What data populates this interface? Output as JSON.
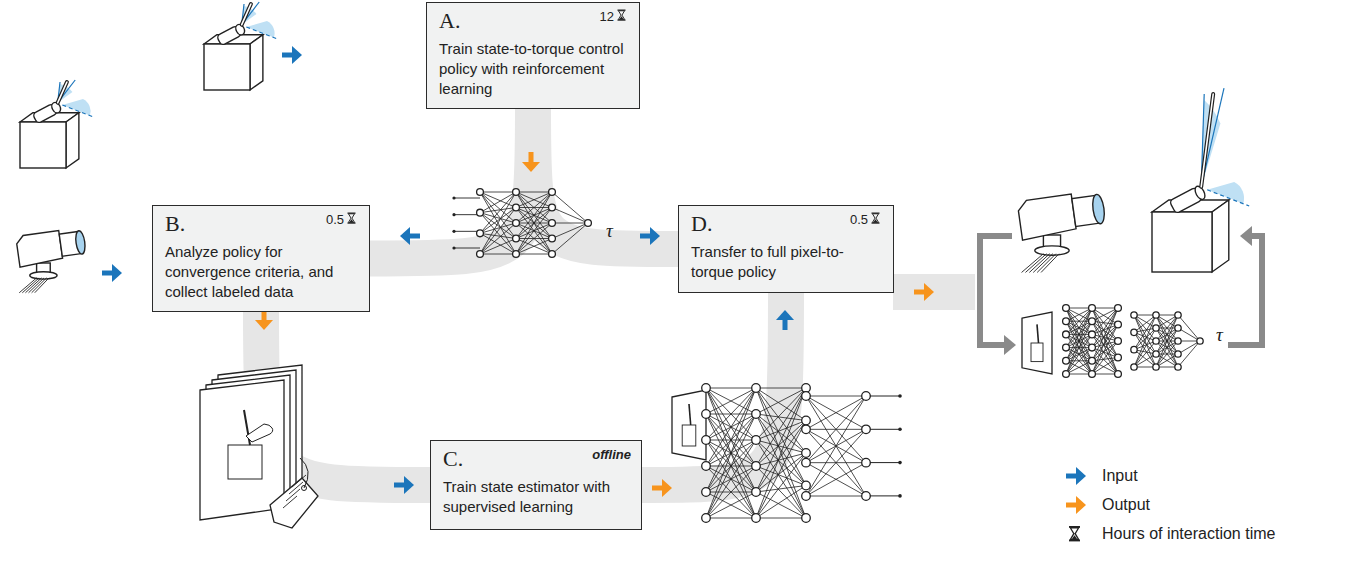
{
  "diagram": {
    "nodes": [
      {
        "text": [
          "A.",
          "12",
          "Train state-to-torque control policy with reinforcement learning"
        ]
      },
      {
        "text": [
          "B.",
          "0.5",
          "Analyze policy for convergence criteria, and collect labeled data"
        ]
      },
      {
        "text": [
          "C.",
          "offline",
          "Train state estimator with supervised learning"
        ]
      },
      {
        "text": [
          "D.",
          "0.5",
          "Transfer to full pixel-to-torque policy"
        ]
      }
    ],
    "edges": [
      {
        "from": 0,
        "to": 1,
        "arrow": "none"
      },
      {
        "from": 0,
        "to": 3,
        "arrow": "none"
      },
      {
        "from": 1,
        "to": 2,
        "arrow": "none"
      },
      {
        "from": 2,
        "to": 3,
        "arrow": "none"
      }
    ],
    "labels": [
      "τ",
      "τ"
    ],
    "legend": [
      {
        "text": "Input"
      },
      {
        "text": "Output"
      },
      {
        "text": "Hours of interaction time"
      }
    ]
  }
}
